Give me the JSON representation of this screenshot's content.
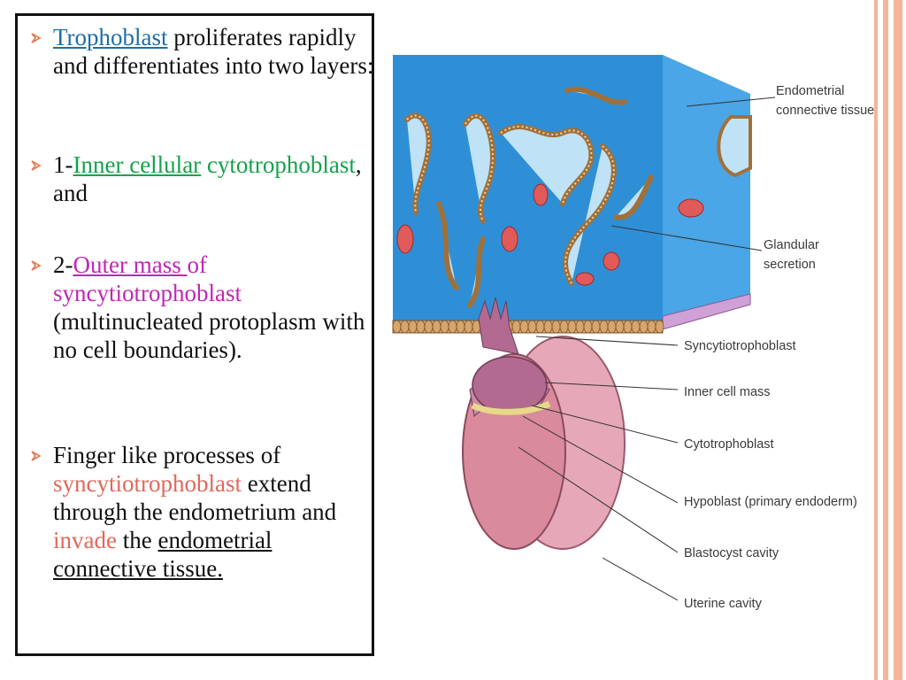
{
  "bullets": [
    {
      "segments": [
        {
          "text": "Trophoblast",
          "style": "blue"
        },
        {
          "text": " proliferates rapidly and differentiates into two layers:",
          "style": "plain"
        }
      ]
    },
    {
      "segments": [
        {
          "text": " 1-",
          "style": "plain"
        },
        {
          "text": "Inner cellular",
          "style": "green-underline"
        },
        {
          "text": " cytotrophoblast",
          "style": "green"
        },
        {
          "text": ", and",
          "style": "plain"
        }
      ]
    },
    {
      "segments": [
        {
          "text": " 2-",
          "style": "plain"
        },
        {
          "text": "Outer mass ",
          "style": "magenta-underline"
        },
        {
          "text": "of syncytiotrophoblast",
          "style": "magenta"
        },
        {
          "text": " (multinucleated protoplasm with no cell boundaries).",
          "style": "plain"
        }
      ]
    },
    {
      "segments": [
        {
          "text": "Finger like processes of ",
          "style": "plain"
        },
        {
          "text": "syncytiotrophoblast",
          "style": "salmon"
        },
        {
          "text": " extend through the endometrium and ",
          "style": "plain"
        },
        {
          "text": "invade",
          "style": "salmon"
        },
        {
          "text": " the ",
          "style": "plain"
        },
        {
          "text": "endometrial connective tissue.",
          "style": "underline"
        }
      ]
    }
  ],
  "figure": {
    "labels": {
      "endometrial": [
        "Endometrial",
        "connective tissue"
      ],
      "glandular": [
        "Glandular",
        "secretion"
      ],
      "syncytio": "Syncytiotrophoblast",
      "inner_cell_mass": "Inner cell mass",
      "cytotrophoblast": "Cytotrophoblast",
      "hypoblast": "Hypoblast (primary endoderm)",
      "blastocyst": "Blastocyst cavity",
      "uterine": "Uterine cavity"
    }
  },
  "colors": {
    "accent_stripes": "#f4b59a",
    "endometrium": "#3a9be0",
    "gland_wall": "#d8a56a",
    "blastocyst": "#d98a9c",
    "text_blue": "#1a6fa8",
    "text_green": "#14a34a",
    "text_magenta": "#c026b6",
    "text_salmon": "#e0685a"
  }
}
